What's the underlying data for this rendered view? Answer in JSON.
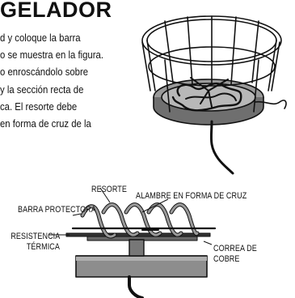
{
  "page": {
    "title": "GELADOR",
    "paragraph_lines": [
      "d y coloque la barra",
      "o se muestra en la figura.",
      "o enroscándolo sobre",
      "y la sección recta de",
      "ca. El resorte debe",
      "en forma de cruz de la"
    ]
  },
  "figure_labels": {
    "spring": "RESORTE",
    "guard_bar": "BARRA PROTECTORA",
    "cross_wire": "ALAMBRE EN FORMA DE CRUZ",
    "heater_line1": "RESISTENCIA",
    "heater_line2": "TÉRMICA",
    "strap_line1": "CORREA DE",
    "strap_line2": "COBRE"
  }
}
